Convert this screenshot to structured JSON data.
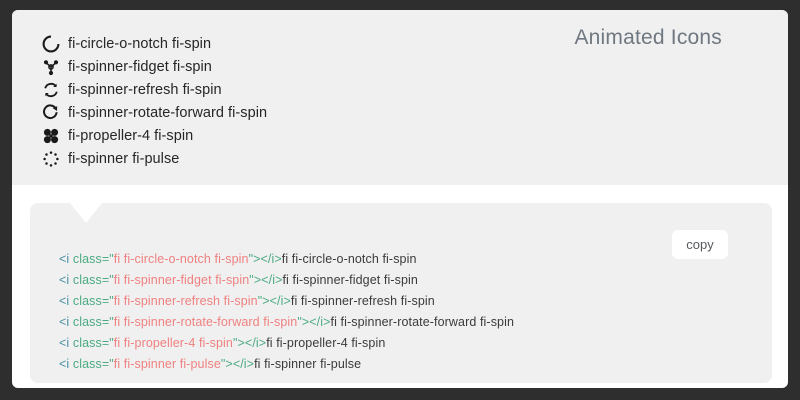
{
  "panel": {
    "title": "Animated Icons",
    "items": [
      {
        "icon": "circle-o-notch-icon",
        "label": "fi-circle-o-notch fi-spin"
      },
      {
        "icon": "spinner-fidget-icon",
        "label": "fi-spinner-fidget fi-spin"
      },
      {
        "icon": "spinner-refresh-icon",
        "label": "fi-spinner-refresh fi-spin"
      },
      {
        "icon": "spinner-rotate-forward-icon",
        "label": "fi-spinner-rotate-forward fi-spin"
      },
      {
        "icon": "propeller-4-icon",
        "label": "fi-propeller-4 fi-spin"
      },
      {
        "icon": "spinner-icon",
        "label": "fi-spinner fi-pulse"
      }
    ]
  },
  "code": {
    "copy_label": "copy",
    "lines": [
      {
        "open": "<i class=\"",
        "value": "fi fi-circle-o-notch fi-spin",
        "close": "\"></i>",
        "trail": "fi fi-circle-o-notch fi-spin"
      },
      {
        "open": "<i class=\"",
        "value": "fi fi-spinner-fidget fi-spin",
        "close": "\"></i>",
        "trail": "fi fi-spinner-fidget fi-spin"
      },
      {
        "open": "<i class=\"",
        "value": "fi fi-spinner-refresh fi-spin",
        "close": "\"></i>",
        "trail": "fi fi-spinner-refresh fi-spin"
      },
      {
        "open": "<i class=\"",
        "value": "fi fi-spinner-rotate-forward fi-spin",
        "close": "\"></i>",
        "trail": "fi fi-spinner-rotate-forward fi-spin"
      },
      {
        "open": "<i class=\"",
        "value": "fi fi-propeller-4 fi-spin",
        "close": "\"></i>",
        "trail": "fi fi-propeller-4 fi-spin"
      },
      {
        "open": "<i class=\"",
        "value": "fi fi-spinner fi-pulse",
        "close": "\"></i>",
        "trail": "fi fi-spinner fi-pulse"
      }
    ]
  },
  "colors": {
    "page_background": "#2e2e2e",
    "card_background": "#ffffff",
    "panel_background": "#f0f0f0",
    "code_background": "#f0f0f0",
    "title_text": "#6f7780",
    "label_text": "#262626",
    "token_tag": "#4a90a4",
    "token_attr": "#4bab83",
    "token_value": "#f08080",
    "token_plain": "#3b3b3b"
  }
}
